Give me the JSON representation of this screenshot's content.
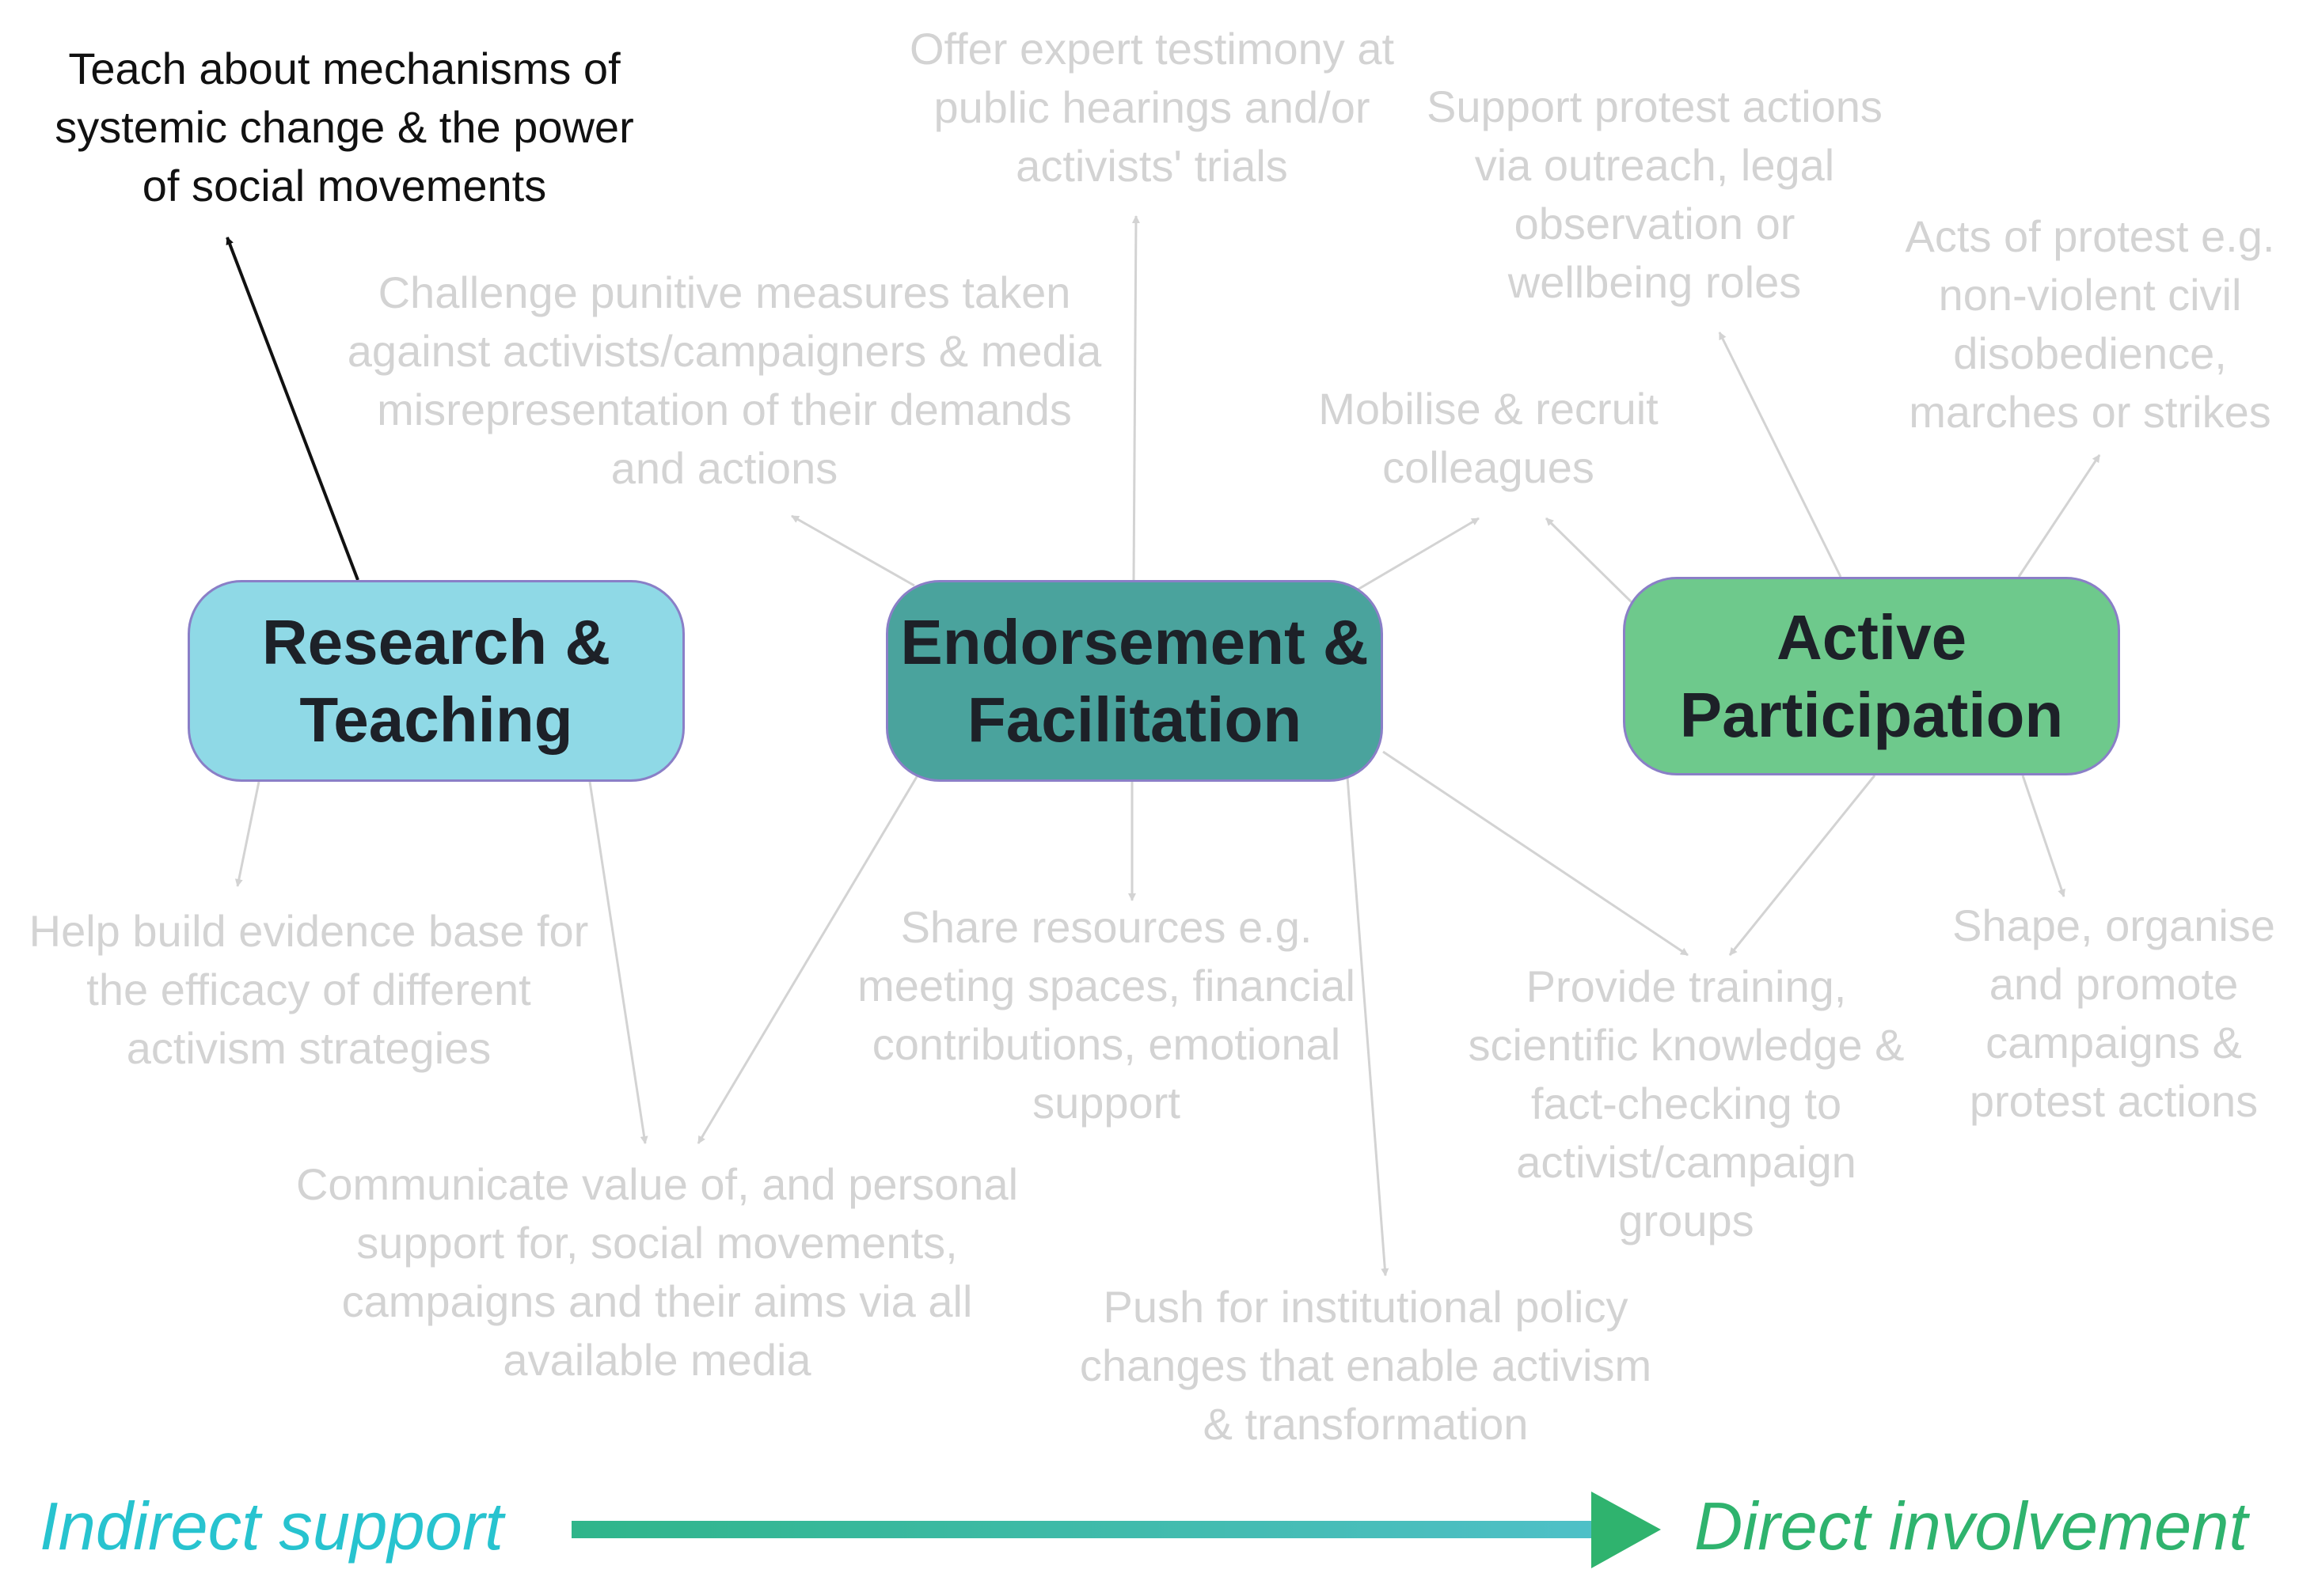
{
  "categories": [
    {
      "id": "research",
      "label": "Research & Teaching",
      "color": "#8fd9e6"
    },
    {
      "id": "endorse",
      "label": "Endorsement & Facilitation",
      "color": "#4aa39d"
    },
    {
      "id": "active",
      "label": "Active Participation",
      "color": "#6ec98c"
    }
  ],
  "actions": [
    {
      "id": "teach",
      "text": "Teach about mechanisms of systemic change & the power of social movements",
      "highlighted": true
    },
    {
      "id": "evidence",
      "text": "Help build evidence base for the efficacy of different activism strategies"
    },
    {
      "id": "communicate",
      "text": "Communicate value of, and personal support for, social movements, campaigns and their aims via all available media"
    },
    {
      "id": "testimony",
      "text": "Offer expert testimony at public hearings and/or activists' trials"
    },
    {
      "id": "challenge",
      "text": "Challenge punitive measures taken against activists/campaigners & media misrepresentation of their demands and actions"
    },
    {
      "id": "mobilise",
      "text": "Mobilise & recruit colleagues"
    },
    {
      "id": "share",
      "text": "Share resources e.g. meeting spaces, financial contributions, emotional support"
    },
    {
      "id": "push",
      "text": "Push for institutional policy changes that enable activism & transformation"
    },
    {
      "id": "training",
      "text": "Provide training, scientific knowledge & fact-checking to activist/campaign groups"
    },
    {
      "id": "support",
      "text": "Support protest actions via outreach, legal observation or wellbeing roles"
    },
    {
      "id": "acts",
      "text": "Acts of protest e.g. non-violent civil disobedience, marches or strikes"
    },
    {
      "id": "shape",
      "text": "Shape, organise and promote campaigns & protest actions"
    }
  ],
  "scale": {
    "start": "Indirect support",
    "end": "Direct involvement",
    "start_color": "#27c3cf",
    "end_color": "#2fb36e"
  },
  "connections": [
    {
      "from": "research",
      "to": "teach",
      "highlighted": true
    },
    {
      "from": "research",
      "to": "evidence"
    },
    {
      "from": "research",
      "to": "communicate"
    },
    {
      "from": "endorse",
      "to": "challenge"
    },
    {
      "from": "endorse",
      "to": "testimony"
    },
    {
      "from": "endorse",
      "to": "mobilise"
    },
    {
      "from": "endorse",
      "to": "communicate"
    },
    {
      "from": "endorse",
      "to": "share"
    },
    {
      "from": "endorse",
      "to": "push"
    },
    {
      "from": "endorse",
      "to": "training"
    },
    {
      "from": "active",
      "to": "mobilise"
    },
    {
      "from": "active",
      "to": "support"
    },
    {
      "from": "active",
      "to": "acts"
    },
    {
      "from": "active",
      "to": "training"
    },
    {
      "from": "active",
      "to": "shape"
    }
  ]
}
